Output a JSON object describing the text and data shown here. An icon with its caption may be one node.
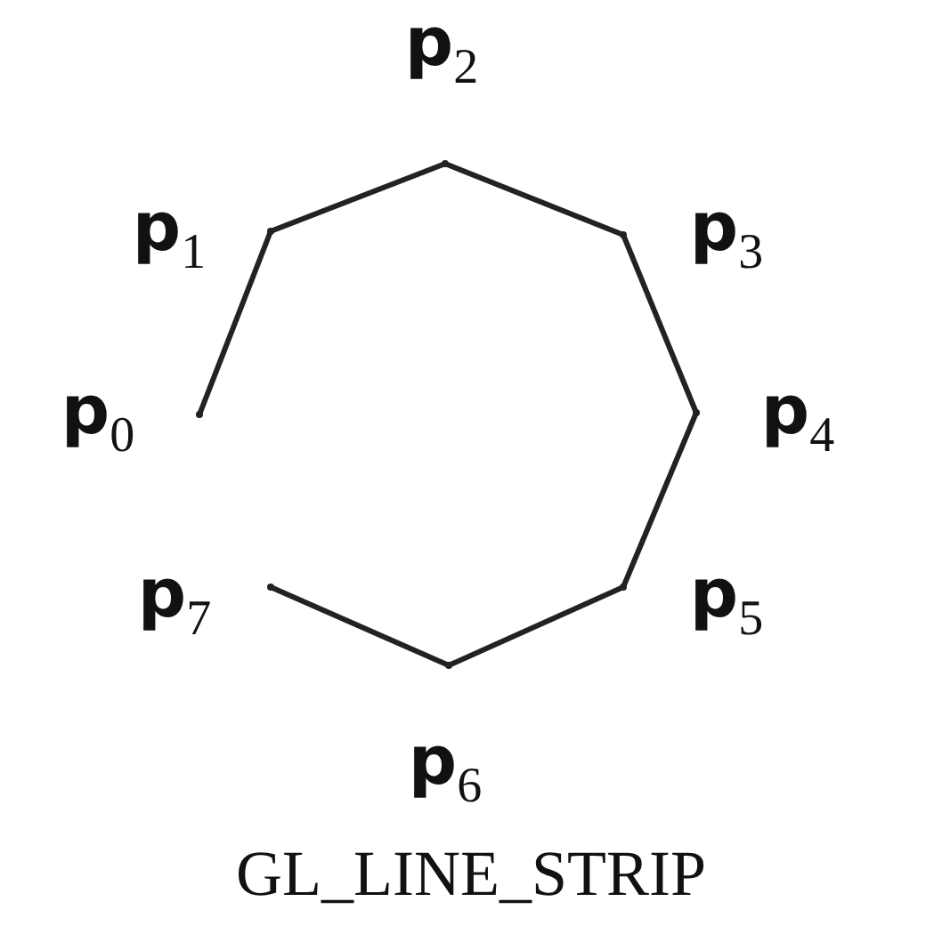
{
  "diagram": {
    "nodes": [
      {
        "text": [],
        "shape": "point",
        "beside": [
          "**p**$_{0}$"
        ]
      },
      {
        "text": [],
        "shape": "point",
        "beside": [
          "**p**$_{1}$"
        ]
      },
      {
        "text": [],
        "shape": "point",
        "beside": [
          "**p**$_{2}$"
        ]
      },
      {
        "text": [],
        "shape": "point",
        "beside": [
          "**p**$_{3}$"
        ]
      },
      {
        "text": [],
        "shape": "point",
        "beside": [
          "**p**$_{4}$"
        ]
      },
      {
        "text": [],
        "shape": "point",
        "beside": [
          "**p**$_{5}$"
        ]
      },
      {
        "text": [],
        "shape": "point",
        "beside": [
          "**p**$_{6}$"
        ]
      },
      {
        "text": [],
        "shape": "point",
        "beside": [
          "**p**$_{7}$"
        ]
      }
    ],
    "edges": [
      {
        "from": 0,
        "to": 1,
        "arrow": "none"
      },
      {
        "from": 1,
        "to": 2,
        "arrow": "none"
      },
      {
        "from": 2,
        "to": 3,
        "arrow": "none"
      },
      {
        "from": 3,
        "to": 4,
        "arrow": "none"
      },
      {
        "from": 4,
        "to": 5,
        "arrow": "none"
      },
      {
        "from": 5,
        "to": 6,
        "arrow": "none"
      },
      {
        "from": 6,
        "to": 7,
        "arrow": "none"
      }
    ],
    "caption": "GL_LINE_STRIP"
  }
}
